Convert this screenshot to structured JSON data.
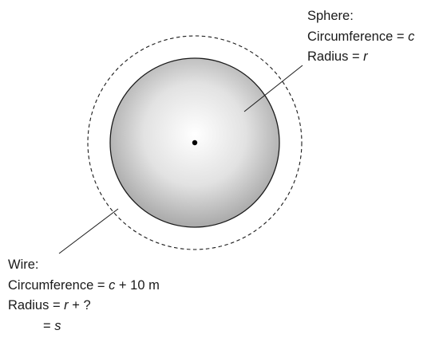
{
  "sphere": {
    "title": "Sphere:",
    "circumference": {
      "label": "Circumference = ",
      "var": "c"
    },
    "radius": {
      "label": "Radius = ",
      "var": "r"
    }
  },
  "wire": {
    "title": "Wire:",
    "circumference": {
      "label": "Circumference = ",
      "var": "c",
      "suffix": " + 10 m"
    },
    "radius": {
      "label": "Radius = ",
      "var": "r",
      "suffix": " + ?"
    },
    "radius_alt": {
      "label": "= ",
      "var": "s"
    }
  },
  "colors": {
    "sphere_outline": "#1a1a1a",
    "sphere_fill_center": "#ffffff",
    "sphere_fill_edge": "#a8a8a8",
    "wire_dashed": "#1a1a1a",
    "center_dot": "#000000"
  }
}
